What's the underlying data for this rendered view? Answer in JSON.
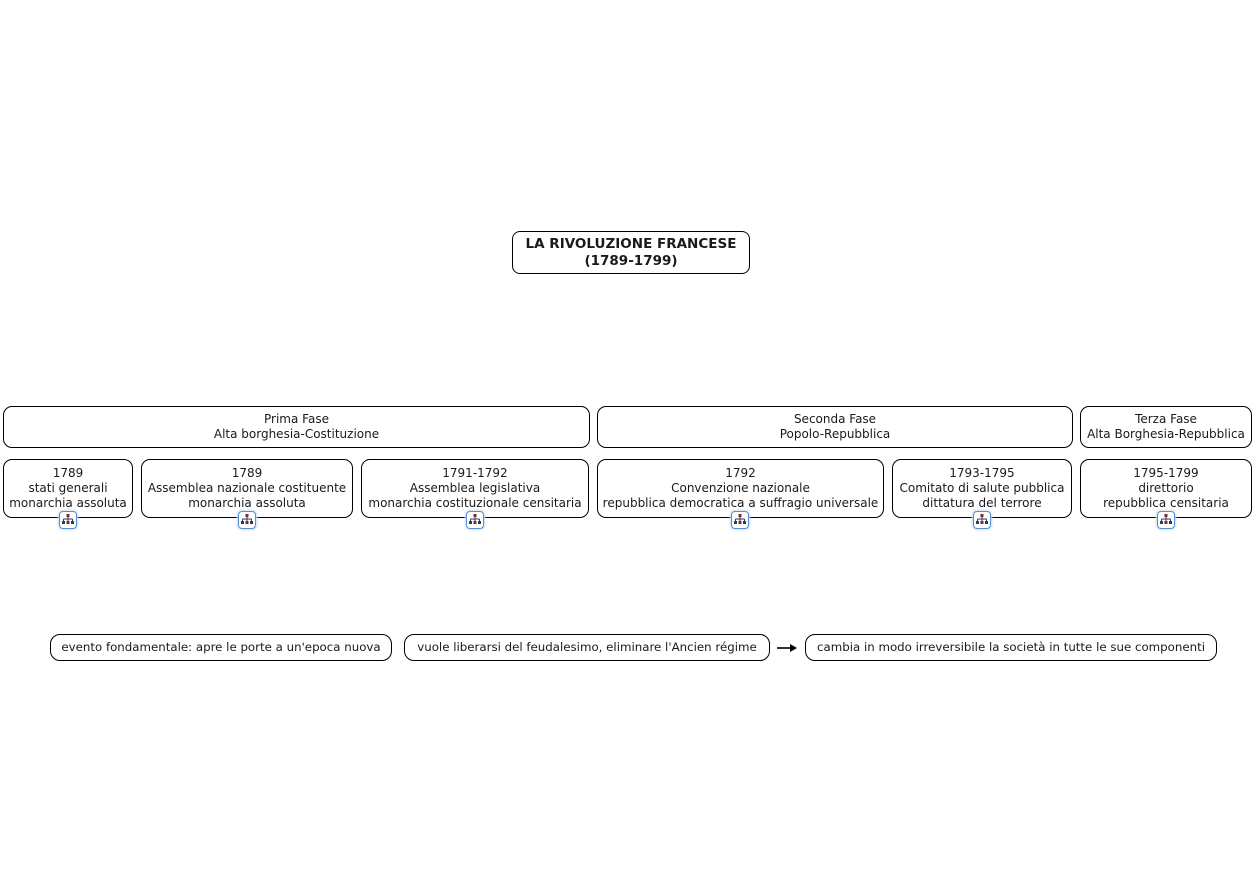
{
  "title": {
    "line1": "LA RIVOLUZIONE FRANCESE",
    "line2": "(1789-1799)"
  },
  "phases": [
    {
      "name": "Prima Fase",
      "pair": "Alta borghesia-Costituzione"
    },
    {
      "name": "Seconda Fase",
      "pair": "Popolo-Repubblica"
    },
    {
      "name": "Terza Fase",
      "pair": "Alta Borghesia-Repubblica"
    }
  ],
  "stages": [
    {
      "years": "1789",
      "institution": "stati generali",
      "regime": "monarchia assoluta"
    },
    {
      "years": "1789",
      "institution": "Assemblea nazionale costituente",
      "regime": "monarchia assoluta"
    },
    {
      "years": "1791-1792",
      "institution": "Assemblea legislativa",
      "regime": "monarchia costituzionale censitaria"
    },
    {
      "years": "1792",
      "institution": "Convenzione nazionale",
      "regime": "repubblica democratica a suffragio universale"
    },
    {
      "years": "1793-1795",
      "institution": "Comitato di salute pubblica",
      "regime": "dittatura del terrore"
    },
    {
      "years": "1795-1799",
      "institution": "direttorio",
      "regime": "repubblica censitaria"
    }
  ],
  "notes": [
    {
      "text": "evento fondamentale: apre le porte a un'epoca nuova"
    },
    {
      "text": "vuole liberarsi del feudalesimo, eliminare l'Ancien régime"
    },
    {
      "text": "cambia in modo irreversibile la società in tutte le sue componenti"
    }
  ],
  "icons": {
    "expand_subtree": "subtree-expand-icon",
    "arrow": "right-arrow-icon"
  },
  "colors": {
    "background": "#ffffff",
    "node_border": "#000000",
    "text": "#1a1a1a",
    "icon_border": "#5b8fd4",
    "icon_glyph_navy": "#2b3a66",
    "icon_glyph_maroon": "#7a2b2b"
  }
}
